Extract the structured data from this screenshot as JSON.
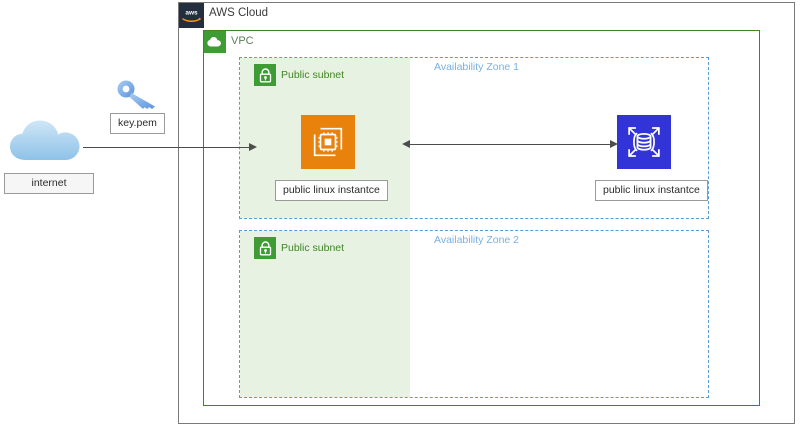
{
  "diagram": {
    "title": "AWS VPC architecture diagram",
    "aws_cloud": {
      "label": "AWS Cloud",
      "logo_icon": "aws-logo-icon",
      "border_color": "#7a7a7a"
    },
    "vpc": {
      "label": "VPC",
      "icon": "vpc-cloud-icon",
      "border_color": "#3f8624",
      "icon_bg": "#3f9c35"
    },
    "availability_zones": [
      {
        "label": "Availability Zone 1",
        "border_color": "#5b9bd5",
        "text_color": "#7ab0e0"
      },
      {
        "label": "Availability Zone 2",
        "border_color": "#5b9bd5",
        "text_color": "#7ab0e0"
      }
    ],
    "subnets": [
      {
        "label": "Public subnet",
        "icon": "lock-icon",
        "fill": "#e8f2e2",
        "text_color": "#3f8624"
      },
      {
        "label": "Public subnet",
        "icon": "lock-icon",
        "fill": "#e8f2e2",
        "text_color": "#3f8624"
      }
    ],
    "nodes": [
      {
        "id": "ec2",
        "icon": "ec2-instance-icon",
        "icon_color": "#e8820c",
        "caption": "public linux instantce"
      },
      {
        "id": "database",
        "icon": "database-scaling-icon",
        "icon_color": "#3334d8",
        "caption": "public linux instantce"
      },
      {
        "id": "internet",
        "icon": "internet-cloud-icon",
        "icon_color": "#9dcdee",
        "caption": "internet"
      },
      {
        "id": "key",
        "icon": "key-icon",
        "icon_color": "#6fa8e8",
        "caption": "key.pem"
      }
    ],
    "connectors": [
      {
        "id": "internet-to-ec2",
        "direction": "right",
        "color": "#4d4d4d"
      },
      {
        "id": "ec2-to-database",
        "direction": "both",
        "color": "#4d4d4d"
      }
    ]
  }
}
